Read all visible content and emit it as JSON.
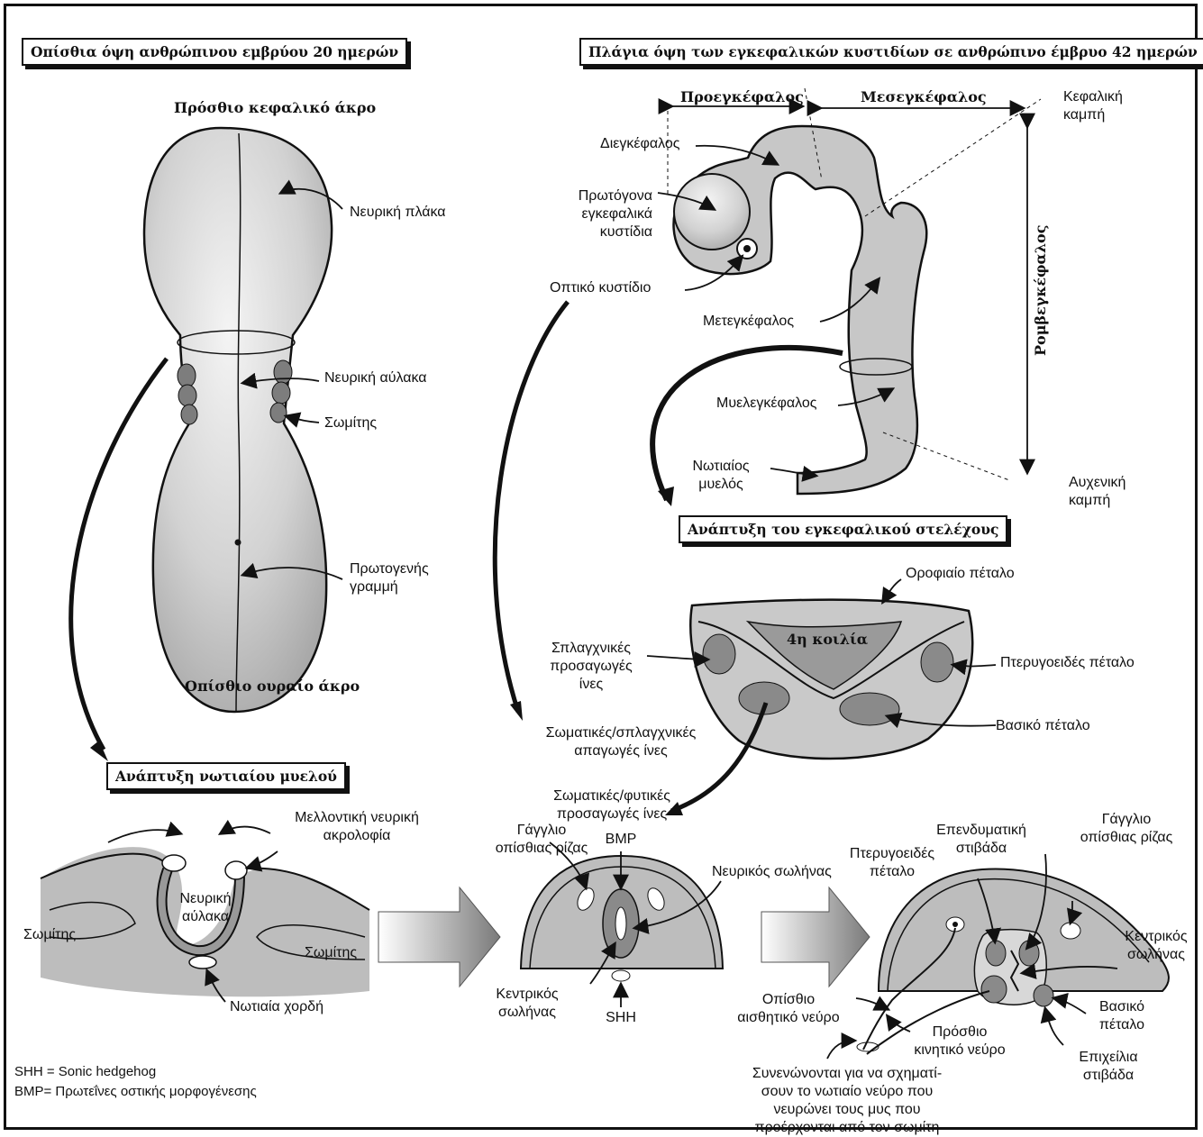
{
  "panels": {
    "embryo20": {
      "title": "Οπίσθια όψη ανθρώπινου εμβρύου 20 ημερών",
      "top_end": "Πρόσθιο κεφαλικό άκρο",
      "bottom_end": "Οπίσθιο ουραίο άκρο",
      "neural_plate": "Νευρική πλάκα",
      "neural_groove": "Νευρική αύλακα",
      "somite": "Σωμίτης",
      "primitive_streak": "Πρωτογενής\nγραμμή"
    },
    "embryo42": {
      "title": "Πλάγια όψη των εγκεφαλικών κυστιδίων σε ανθρώπινο έμβρυο 42 ημερών",
      "prosencephalon": "Προεγκέφαλος",
      "mesencephalon": "Μεσεγκέφαλος",
      "cephalic_flexure": "Κεφαλική\nκαμπή",
      "diencephalon": "Διεγκέφαλος",
      "primary_vesicles": "Πρωτόγονα\nεγκεφαλικά\nκυστίδια",
      "optic_vesicle": "Οπτικό κυστίδιο",
      "rhombencephalon": "Ρομβεγκέφαλος",
      "metencephalon": "Μετεγκέφαλος",
      "myelencephalon": "Μυελεγκέφαλος",
      "spinal_cord": "Νωτιαίος\nμυελός",
      "cervical_flexure": "Αυχενική\nκαμπή"
    },
    "brainstem": {
      "title": "Ανάπτυξη του εγκεφαλικού στελέχους",
      "roof_plate": "Οροφιαίο πέταλο",
      "fourth_ventricle": "4η κοιλία",
      "visceral_afferent": "Σπλαγχνικές\nπροσαγωγές\nίνες",
      "alar_plate": "Πτερυγοειδές πέταλο",
      "basal_plate": "Βασικό πέταλο",
      "efferent": "Σωματικές/σπλαγχνικές\nαπαγωγές ίνες",
      "somatic_afferent": "Σωματικές/φυτικές\nπροσαγωγές ίνες"
    },
    "spinal": {
      "title": "Ανάπτυξη νωτιαίου μυελού",
      "future_crest": "Μελλοντική νευρική\nακρολοφία",
      "neural_groove": "Νευρική\nαύλακα",
      "somite_left": "Σωμίτης",
      "somite_right": "Σωμίτης",
      "notochord": "Νωτιαία χορδή",
      "drg1": "Γάγγλιο\nοπίσθιας ρίζας",
      "bmp": "BMP",
      "neural_tube": "Νευρικός σωλήνας",
      "central_canal1": "Κεντρικός\nσωλήνας",
      "shh": "SHH",
      "ependymal": "Επενδυματική\nστιβάδα",
      "drg2": "Γάγγλιο\nοπίσθιας ρίζας",
      "alar2": "Πτερυγοειδές\nπέταλο",
      "central_canal2": "Κεντρικός\nσωλήνας",
      "posterior_nerve": "Οπίσθιο\nαισθητικό νεύρο",
      "basal2": "Βασικό\nπέταλο",
      "anterior_nerve": "Πρόσθιο\nκινητικό νεύρο",
      "marginal": "Επιχείλια\nστιβάδα",
      "join_note": "Συνενώνονται για να σχηματί-\nσουν το νωτιαίο νεύρο που\nνευρώνει τους μυς που\nπροέρχονται από τον σωμίτη"
    }
  },
  "legend": {
    "shh": "SHH = Sonic hedgehog",
    "bmp": "BMP= Πρωτεΐνες οστικής μορφογένεσης"
  },
  "colors": {
    "tissue": "#c9c9c9",
    "dark": "#8a8a8a",
    "outline": "#111111"
  }
}
